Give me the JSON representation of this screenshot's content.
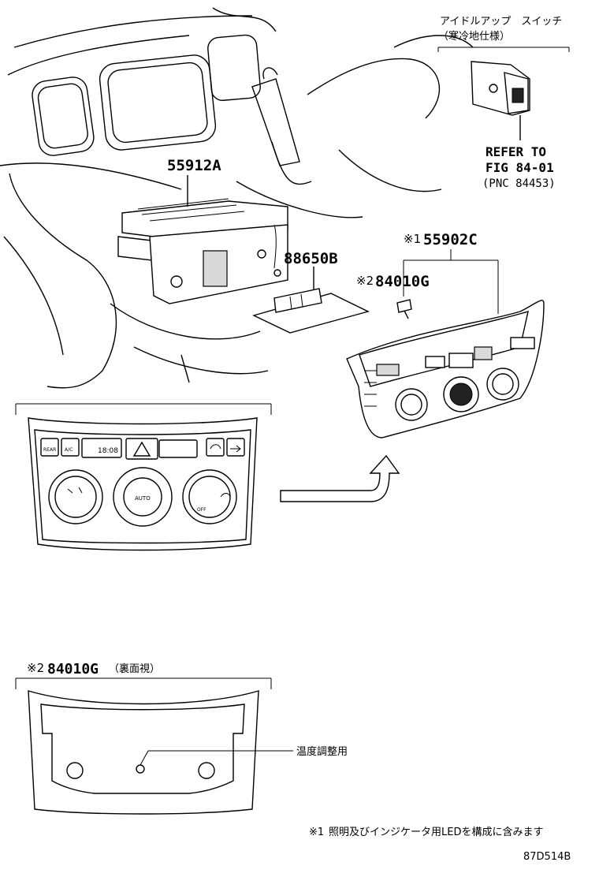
{
  "labels": {
    "part_55912A": "55912A",
    "part_88650B": "88650B",
    "part_55902C_mark": "※1",
    "part_55902C": "55902C",
    "part_84010G_mark": "※2",
    "part_84010G": "84010G",
    "idle_switch_title": "アイドルアップ　スイッチ",
    "idle_switch_sub": "（寒冷地仕様）",
    "refer_line1": "REFER TO",
    "refer_line2": "FIG 84-01",
    "refer_line3": "(PNC 84453)",
    "rear_view_mark": "※2",
    "rear_view_part": "84010G",
    "rear_view_note": "（裏面視）",
    "temp_adjust": "温度調整用",
    "footnote_mark": "※1",
    "footnote": "照明及びインジケータ用LEDを構成に含みます",
    "diagram_code": "87D514B"
  },
  "panel_text": {
    "rear_btn": "REAR",
    "ac_btn": "A/C",
    "display": "18:08",
    "auto_label": "AUTO",
    "off_label": "OFF"
  },
  "icons": [
    "hazard-icon",
    "recirculation-icon",
    "fresh-air-icon",
    "defroster-icon",
    "fan-icon",
    "arrow-icon",
    "switch-icon"
  ]
}
